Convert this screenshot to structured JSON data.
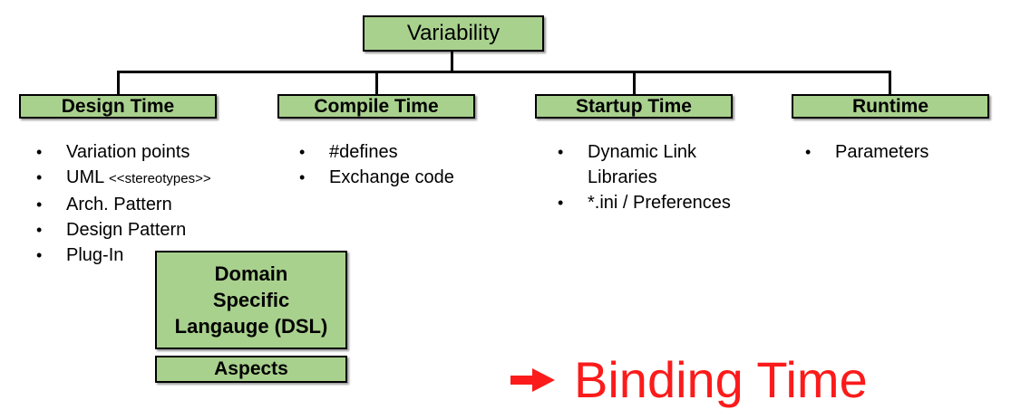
{
  "ui": {
    "bullet": "•"
  },
  "colors": {
    "box_fill": "#a9d18e",
    "box_border": "#000000",
    "text": "#000000",
    "annotation_red": "#fb1b1b",
    "background": "#ffffff"
  },
  "root": {
    "label": "Variability"
  },
  "branches": [
    {
      "header": "Design Time",
      "items": [
        {
          "text": "Variation points"
        },
        {
          "text": "UML",
          "suffix": "<<stereotypes>>"
        },
        {
          "text": "Arch. Pattern"
        },
        {
          "text": "Design Pattern"
        },
        {
          "text": "Plug-In"
        }
      ]
    },
    {
      "header": "Compile Time",
      "items": [
        {
          "text": "#defines"
        },
        {
          "text": "Exchange code"
        }
      ]
    },
    {
      "header": "Startup Time",
      "items": [
        {
          "text": "Dynamic Link Libraries"
        },
        {
          "text": "*.ini / Preferences"
        }
      ]
    },
    {
      "header": "Runtime",
      "items": [
        {
          "text": "Parameters"
        }
      ]
    }
  ],
  "design_time_extras": {
    "dsl": {
      "lines": [
        "Domain",
        "Specific",
        "Langauge (DSL)"
      ]
    },
    "aspects": {
      "label": "Aspects"
    }
  },
  "annotation": {
    "icon": "right-arrow",
    "label": "Binding Time"
  }
}
